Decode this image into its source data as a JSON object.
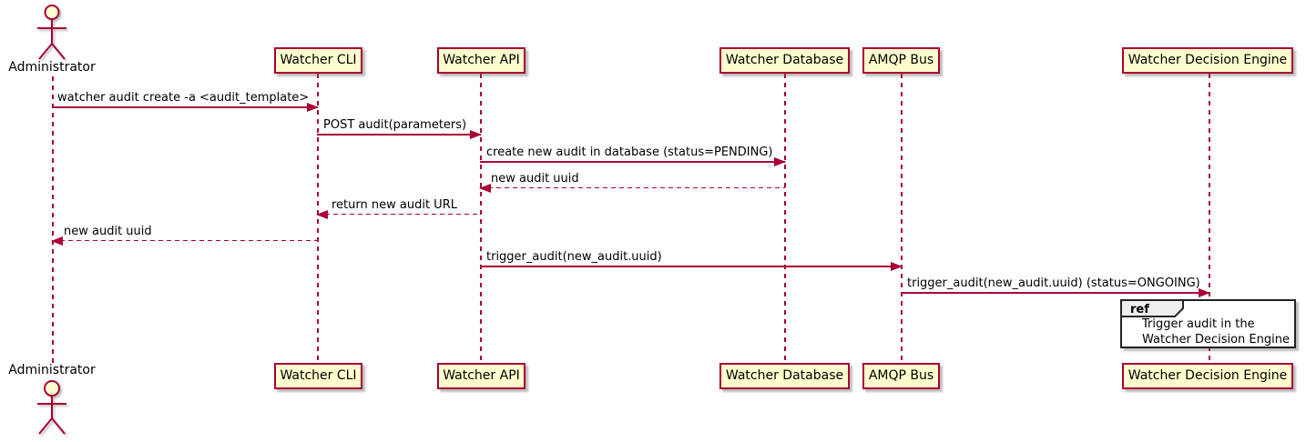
{
  "diagram": {
    "type": "uml-sequence",
    "colors": {
      "participant_fill": "#FEFECE",
      "line_and_border": "#A80036",
      "text": "#000000",
      "ref_border": "#232323",
      "ref_tab_fill": "#EEEEEE",
      "background": "#FFFFFF"
    },
    "actor": {
      "name": "Administrator"
    },
    "participants": [
      {
        "name": "Watcher CLI"
      },
      {
        "name": "Watcher API"
      },
      {
        "name": "Watcher Database"
      },
      {
        "name": "AMQP Bus"
      },
      {
        "name": "Watcher Decision Engine"
      }
    ],
    "messages": [
      {
        "label": "watcher audit create -a <audit_template>",
        "from": "Administrator",
        "to": "Watcher CLI",
        "line": "solid"
      },
      {
        "label": "POST audit(parameters)",
        "from": "Watcher CLI",
        "to": "Watcher API",
        "line": "solid"
      },
      {
        "label": "create new audit in database (status=PENDING)",
        "from": "Watcher API",
        "to": "Watcher Database",
        "line": "solid"
      },
      {
        "label": "new audit uuid",
        "from": "Watcher Database",
        "to": "Watcher API",
        "line": "dashed"
      },
      {
        "label": "return new audit URL",
        "from": "Watcher API",
        "to": "Watcher CLI",
        "line": "dashed"
      },
      {
        "label": "new audit uuid",
        "from": "Watcher CLI",
        "to": "Administrator",
        "line": "dashed"
      },
      {
        "label": "trigger_audit(new_audit.uuid)",
        "from": "Watcher API",
        "to": "AMQP Bus",
        "line": "solid"
      },
      {
        "label": "trigger_audit(new_audit.uuid) (status=ONGOING)",
        "from": "AMQP Bus",
        "to": "Watcher Decision Engine",
        "line": "solid"
      }
    ],
    "ref": {
      "keyword": "ref",
      "over": "Watcher Decision Engine",
      "line1": "Trigger audit in the",
      "line2": "Watcher Decision Engine"
    }
  }
}
